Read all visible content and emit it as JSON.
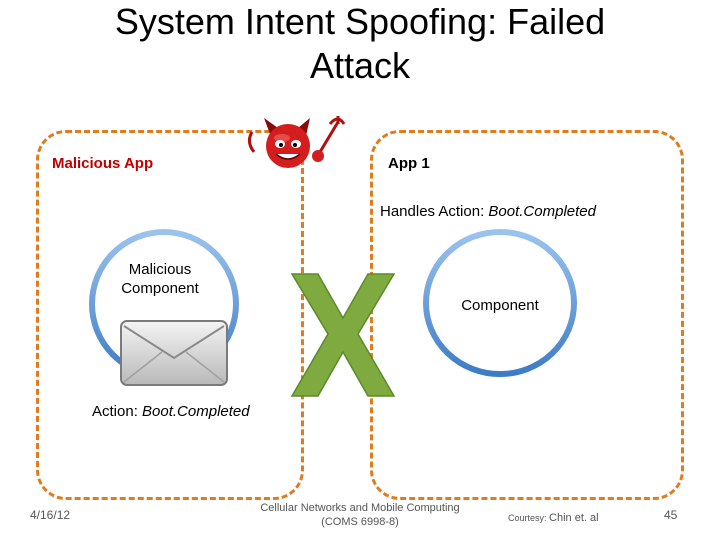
{
  "slide": {
    "title_line1": "System Intent Spoofing: Failed",
    "title_line2": "Attack"
  },
  "malicious_app": {
    "label": "Malicious App",
    "component_line1": "Malicious",
    "component_line2": "Component",
    "action_prefix": "Action: ",
    "action_value": "Boot.Completed"
  },
  "app1": {
    "label": "App 1",
    "handles_prefix": "Handles Action: ",
    "handles_value": "Boot.Completed",
    "component_label": "Component"
  },
  "footer": {
    "date": "4/16/12",
    "course_line1": "Cellular Networks and Mobile Computing",
    "course_line2": "(COMS 6998-8)",
    "courtesy_prefix": "Courtesy: ",
    "courtesy_name": "Chin et. al",
    "page_number": "45"
  },
  "colors": {
    "box_border": "#e07b1e",
    "circle_stroke": "#6a9fd8",
    "x_fill": "#7faa3f",
    "malicious_label": "#c00000"
  },
  "icons": [
    "devil-icon",
    "envelope-icon",
    "x-mark-icon"
  ]
}
